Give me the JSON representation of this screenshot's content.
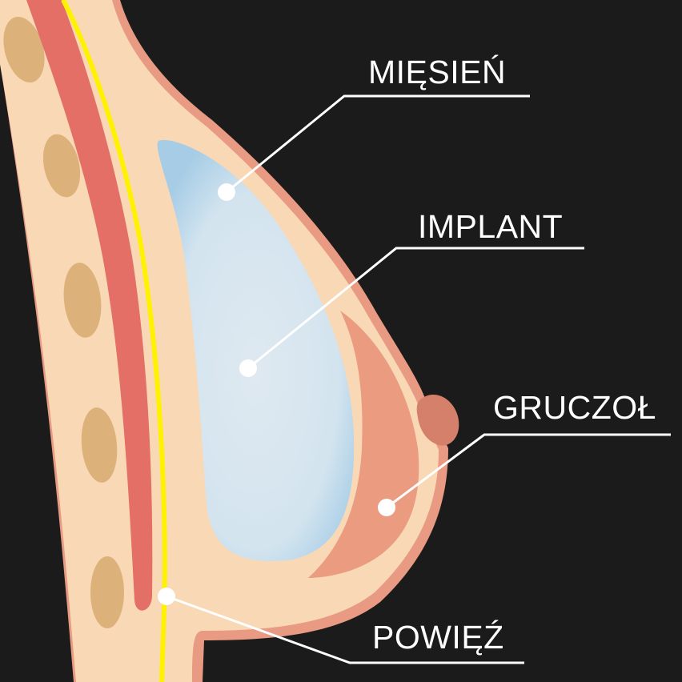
{
  "labels": {
    "muscle": "MIĘSIEŃ",
    "implant": "IMPLANT",
    "gland": "GRUCZOŁ",
    "fascia": "POWIĘŹ"
  },
  "colors": {
    "background": "#1b1b1b",
    "skin": "#f9d8b6",
    "skin_edge": "#e99a82",
    "muscle": "#e46f66",
    "fascia": "#fff200",
    "implant": "#cfe3ef",
    "implant_edge": "#a7cde6",
    "gland": "#eb9c80",
    "nipple": "#d4806a",
    "rib": "#dcb27a",
    "leader": "#ffffff"
  }
}
